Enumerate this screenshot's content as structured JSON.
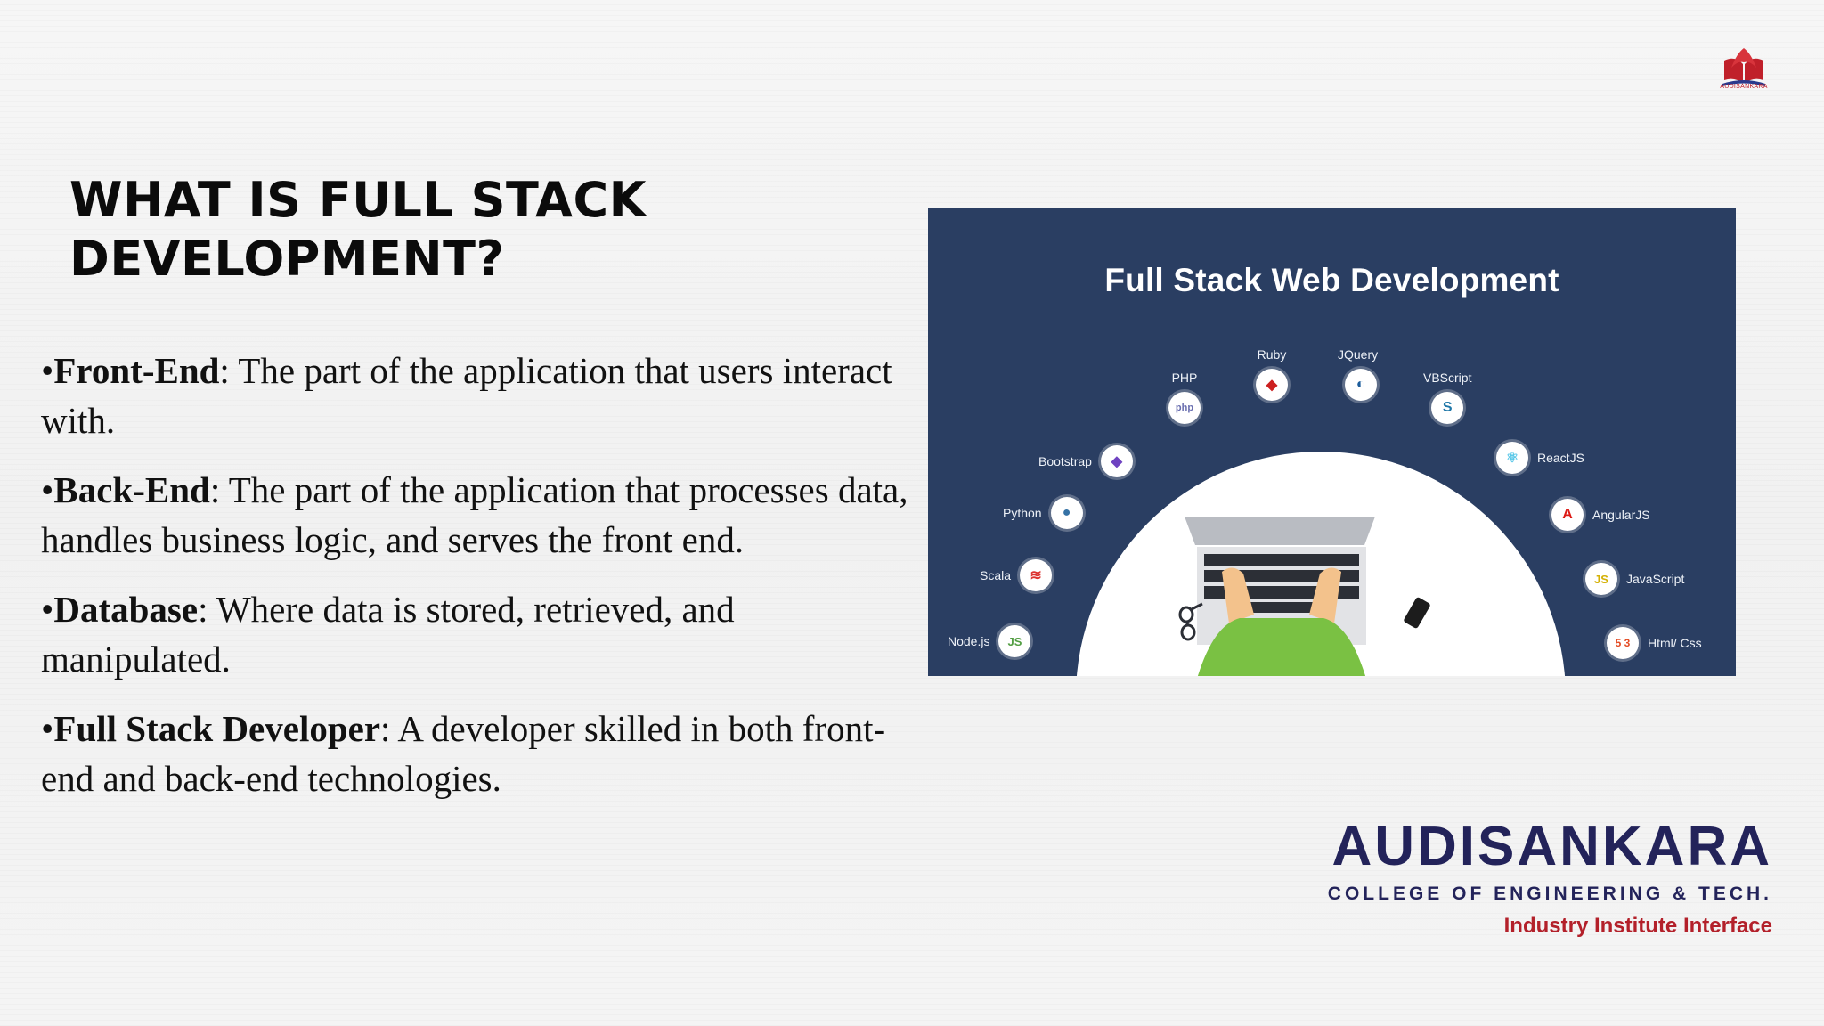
{
  "slide": {
    "title_line1": "WHAT IS FULL STACK",
    "title_line2": "DEVELOPMENT?",
    "bullets": [
      {
        "term": "Front-End",
        "text": ": The part of the application that users interact with."
      },
      {
        "term": "Back-End",
        "text": ": The part of the application that processes data, handles business logic, and serves the front end."
      },
      {
        "term": "Database",
        "text": ": Where data is stored, retrieved, and manipulated."
      },
      {
        "term": "Full Stack Developer",
        "text": ": A developer skilled in both front-end and back-end technologies."
      }
    ]
  },
  "figure": {
    "title": "Full Stack Web Development",
    "technologies": {
      "php": "PHP",
      "ruby": "Ruby",
      "jquery": "JQuery",
      "vbscript": "VBScript",
      "bootstrap": "Bootstrap",
      "reactjs": "ReactJS",
      "python": "Python",
      "angularjs": "AngularJS",
      "scala": "Scala",
      "javascript": "JavaScript",
      "nodejs": "Node.js",
      "htmlcss": "Html/ Css"
    },
    "colors": {
      "background": "#2a3e62",
      "arc": "#ffffff",
      "shirt": "#7ac143"
    }
  },
  "branding": {
    "logo_caption": "AUDISANKARA",
    "name": "AUDISANKARA",
    "subtitle": "COLLEGE OF ENGINEERING & TECH.",
    "tagline": "Industry Institute Interface",
    "colors": {
      "navy": "#23235a",
      "red": "#b3202a"
    }
  }
}
